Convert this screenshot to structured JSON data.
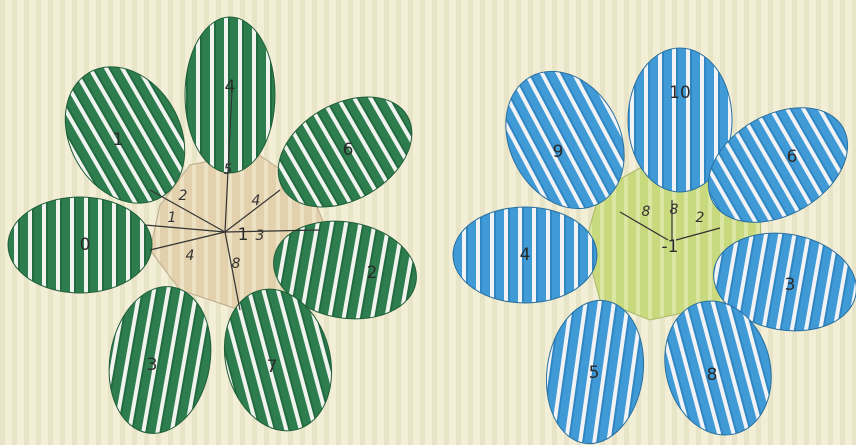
{
  "colors": {
    "paper": "#f2efd6",
    "paper_stripe": "#e6e2c6",
    "green_petal": "#2e7d4f",
    "green_center": "#e2d1ac",
    "blue_petal": "#3f9ad6",
    "blue_center": "#c9d97d",
    "petal_stripe": "#f4f4f0"
  },
  "flower_left": {
    "center_value": "1",
    "petals": [
      "4",
      "6",
      "2",
      "7",
      "3",
      "0",
      "1"
    ],
    "handwritten": [
      "5",
      "4",
      "3",
      "8",
      "4",
      "1",
      "2"
    ]
  },
  "flower_right": {
    "center_value": "-1",
    "petals": [
      "10",
      "6",
      "3",
      "8",
      "5",
      "4",
      "9"
    ],
    "handwritten": [
      "8",
      "8",
      "2"
    ]
  }
}
